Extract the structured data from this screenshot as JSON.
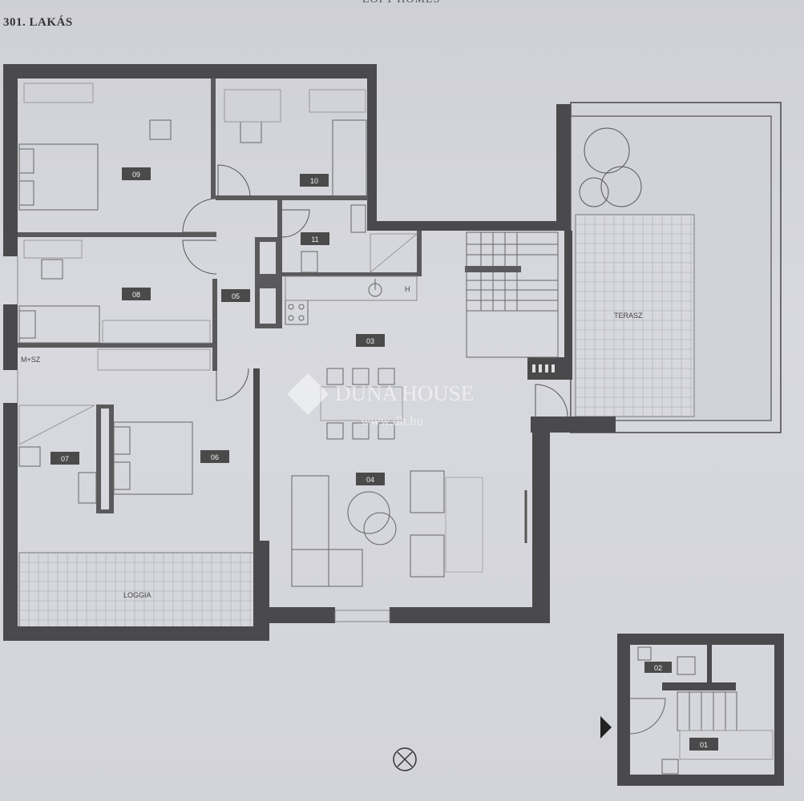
{
  "header": {
    "brand": "LOFT HOMES",
    "apartment": "301. LAKÁS"
  },
  "rooms": {
    "r01": "01",
    "r02": "02",
    "r03": "03",
    "r04": "04",
    "r05": "05",
    "r06": "06",
    "r07": "07",
    "r08": "08",
    "r09": "09",
    "r10": "10",
    "r11": "11"
  },
  "labels": {
    "terrace": "TERASZ",
    "loggia": "LOGGIA",
    "msz": "M+SZ",
    "h": "H"
  },
  "watermark": {
    "brand": "DUNA HOUSE",
    "site": "www.dh.hu"
  },
  "icons": {
    "compass": "north-arrow-icon",
    "entrance": "entrance-arrow-icon"
  },
  "colors": {
    "wall": "#4a4a4c",
    "paper": "#d6d7dc",
    "line": "#6a6a6e"
  }
}
